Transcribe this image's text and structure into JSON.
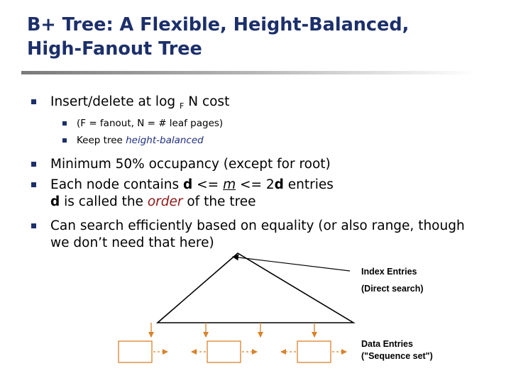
{
  "slide": {
    "title_line1": "B+ Tree:  A Flexible, Height-Balanced,",
    "title_line2": "High-Fanout Tree"
  },
  "bullets": {
    "b1_prefix": "Insert/delete at log ",
    "b1_sub": "F",
    "b1_suffix": " N cost",
    "b1_1": "(F = fanout, N = # leaf pages)",
    "b1_2_prefix": "Keep tree ",
    "b1_2_em": "height-balanced",
    "b2": "Minimum 50% occupancy (except for root)",
    "b3_a": "Each node contains ",
    "b3_d1": "d",
    "b3_b": " <=  ",
    "b3_m": "m",
    "b3_c": "  <= 2",
    "b3_d2": "d",
    "b3_e": " entries",
    "b3_l2_d": "d",
    "b3_l2_a": " is called the ",
    "b3_l2_order": "order",
    "b3_l2_b": "  of the tree",
    "b4_l1": "Can search efficiently based on equality (or also range, though",
    "b4_l2": "we don’t need that here)"
  },
  "diagram": {
    "index_label_1": "Index Entries",
    "index_label_2": "(Direct search)",
    "data_label_1": "Data Entries",
    "data_label_2": "(\"Sequence set\")",
    "colors": {
      "arrow": "#d9822b",
      "line": "#000000"
    }
  }
}
